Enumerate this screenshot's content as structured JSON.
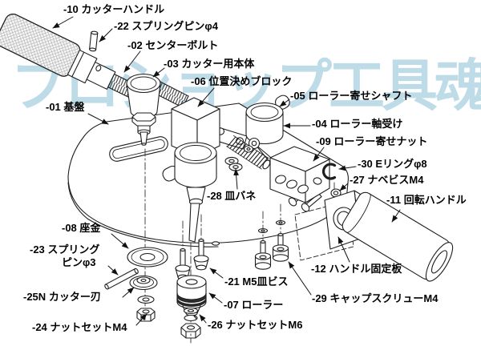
{
  "watermark": "プロショップ工具魂",
  "colors": {
    "watermark": "#aed3e3",
    "line": "#1d1d1d",
    "label": "#000000"
  },
  "parts": [
    {
      "no": "-10",
      "name": "カッターハンドル"
    },
    {
      "no": "-22",
      "name": "スプリングピンφ4"
    },
    {
      "no": "-02",
      "name": "センターボルト"
    },
    {
      "no": "-03",
      "name": "カッター用本体"
    },
    {
      "no": "-06",
      "name": "位置決めブロック"
    },
    {
      "no": "-05",
      "name": "ローラー寄せシャフト"
    },
    {
      "no": "-01",
      "name": "基盤"
    },
    {
      "no": "-04",
      "name": "ローラー軸受け"
    },
    {
      "no": "-09",
      "name": "ローラー寄せナット"
    },
    {
      "no": "-30",
      "name": "Eリングφ8"
    },
    {
      "no": "-27",
      "name": "ナベビスM4"
    },
    {
      "no": "-11",
      "name": "回転ハンドル"
    },
    {
      "no": "-28",
      "name": "皿バネ"
    },
    {
      "no": "-08",
      "name": "座金"
    },
    {
      "no": "-23",
      "name": "スプリング",
      "name2": "ピンφ3"
    },
    {
      "no": "-25N",
      "name": "カッター刃"
    },
    {
      "no": "-21",
      "name": "M5皿ビス"
    },
    {
      "no": "-12",
      "name": "ハンドル固定板"
    },
    {
      "no": "-07",
      "name": "ローラー"
    },
    {
      "no": "-29",
      "name": "キャップスクリューM4"
    },
    {
      "no": "-24",
      "name": "ナットセットM4"
    },
    {
      "no": "-26",
      "name": "ナットセットM6"
    }
  ]
}
